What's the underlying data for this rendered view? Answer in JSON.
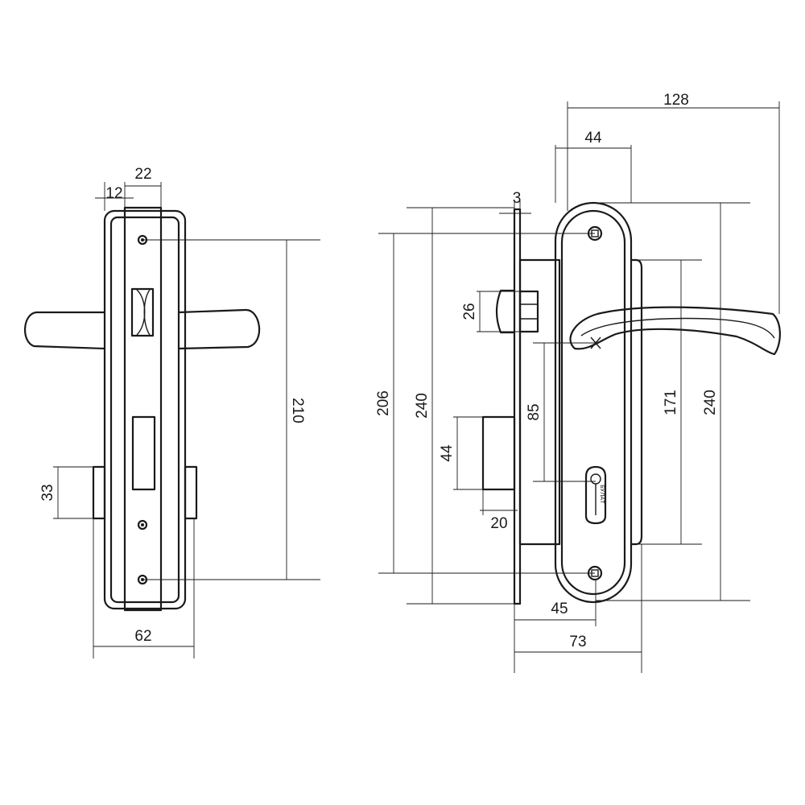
{
  "dimensions": {
    "left_d12": "12",
    "left_d22": "22",
    "left_d210": "210",
    "left_d33": "33",
    "left_d62": "62",
    "right_d3": "3",
    "right_d44_top": "44",
    "right_d128": "128",
    "right_d26": "26",
    "right_d206": "206",
    "right_d240_left": "240",
    "right_d85": "85",
    "right_d44_deadbolt": "44",
    "right_d20": "20",
    "right_d171": "171",
    "right_d240_right": "240",
    "right_d45": "45",
    "right_d73": "73"
  },
  "brand_mark": "БУЛАТ"
}
